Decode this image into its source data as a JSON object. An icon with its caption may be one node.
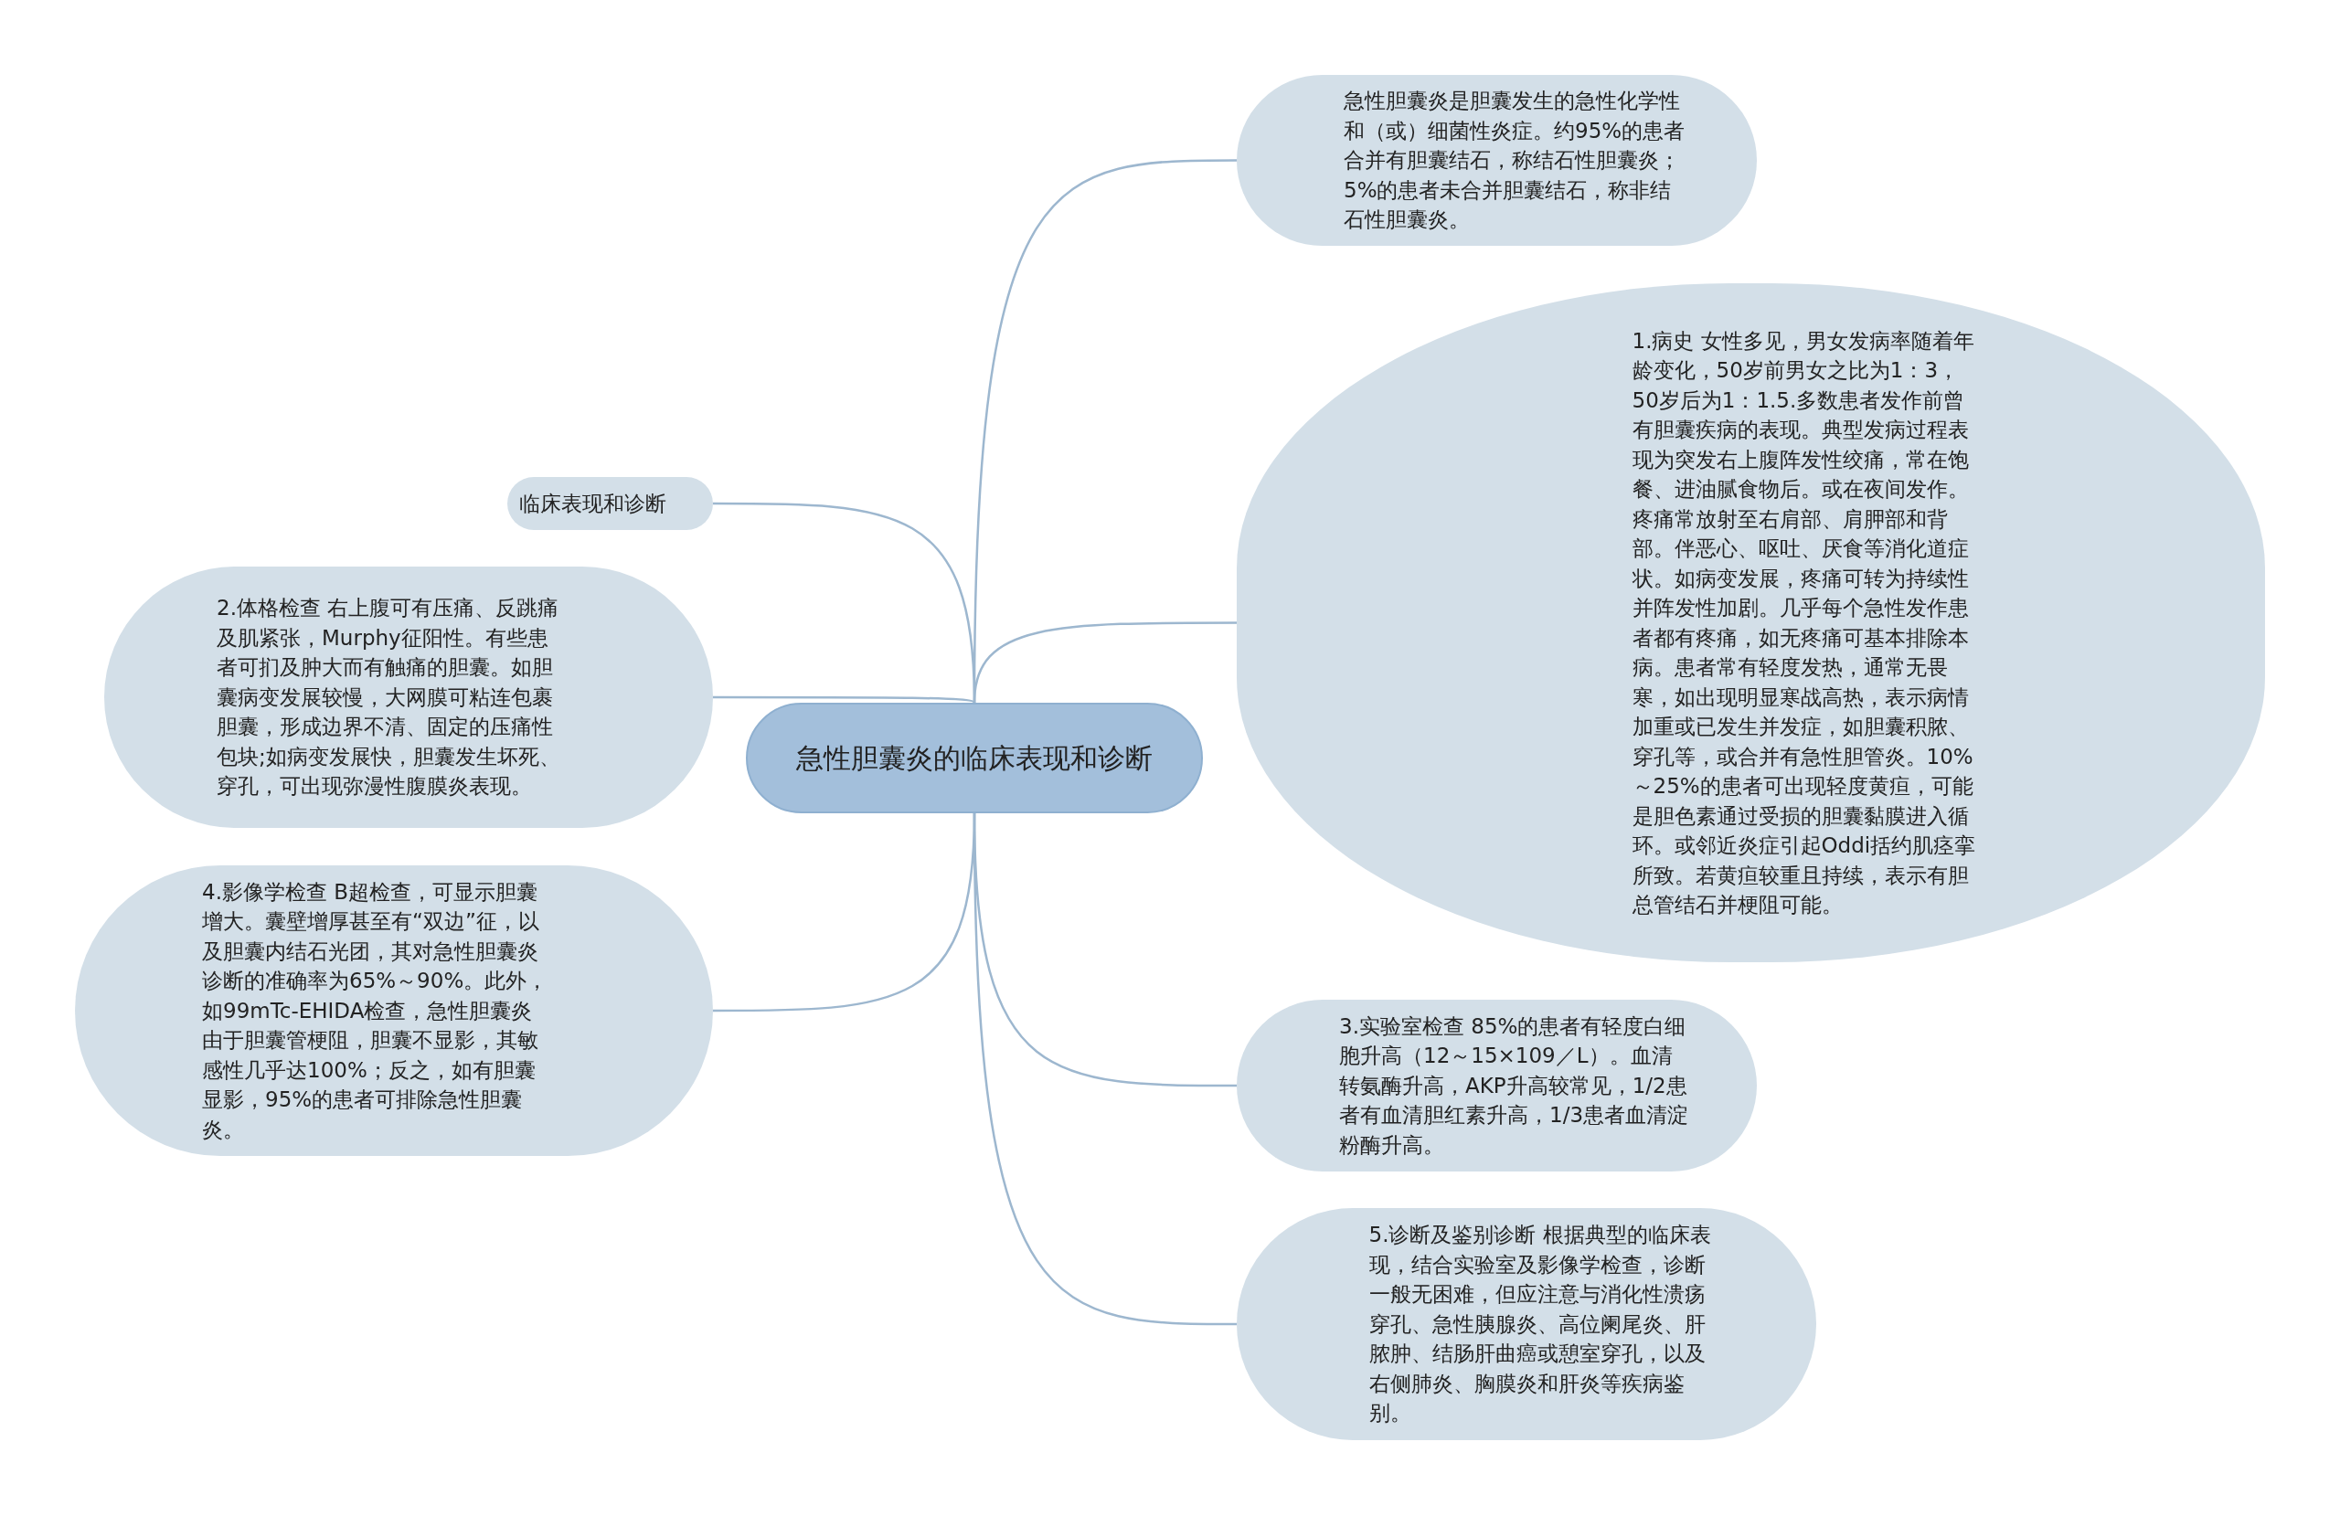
{
  "diagram": {
    "nodes": [
      {
        "text": [
          "急性胆囊炎的临床表现和诊断"
        ]
      },
      {
        "text": [
          "急性胆囊炎是胆囊发生的急性化学性和（或）细菌性炎症。约95%的患者合并有胆囊结石，称结石性胆囊炎；5%的患者未合并胆囊结石，称非结石性胆囊炎。"
        ]
      },
      {
        "text": [
          "1.病史 女性多见，男女发病率随着年龄变化，50岁前男女之比为1：3，50岁后为1：1.5.多数患者发作前曾有胆囊疾病的表现。典型发病过程表现为突发右上腹阵发性绞痛，常在饱餐、进油腻食物后。或在夜间发作。疼痛常放射至右肩部、肩胛部和背部。伴恶心、呕吐、厌食等消化道症状。如病变发展，疼痛可转为持续性并阵发性加剧。几乎每个急性发作患者都有疼痛，如无疼痛可基本排除本病。患者常有轻度发热，通常无畏寒，如出现明显寒战高热，表示病情加重或已发生并发症，如胆囊积脓、穿孔等，或合并有急性胆管炎。10%～25%的患者可出现轻度黄疸，可能是胆色素通过受损的胆囊黏膜进入循环。或邻近炎症引起Oddi括约肌痉挛所致。若黄疸较重且持续，表示有胆总管结石并梗阻可能。"
        ]
      },
      {
        "text": [
          "3.实验室检查 85%的患者有轻度白细胞升高（12～15×109／L）。血清转氨酶升高，AKP升高较常见，1/2患者有血清胆红素升高，1/3患者血清淀粉酶升高。"
        ]
      },
      {
        "text": [
          "5.诊断及鉴别诊断 根据典型的临床表现，结合实验室及影像学检查，诊断一般无困难，但应注意与消化性溃疡穿孔、急性胰腺炎、高位阑尾炎、肝脓肿、结肠肝曲癌或憩室穿孔，以及右侧肺炎、胸膜炎和肝炎等疾病鉴别。"
        ]
      },
      {
        "text": [
          "临床表现和诊断"
        ]
      },
      {
        "text": [
          "2.体格检查 右上腹可有压痛、反跳痛及肌紧张，Murphy征阳性。有些患者可扪及肿大而有触痛的胆囊。如胆囊病变发展较慢，大网膜可粘连包裹胆囊，形成边界不清、固定的压痛性包块;如病变发展快，胆囊发生坏死、穿孔，可出现弥漫性腹膜炎表现。"
        ]
      },
      {
        "text": [
          "4.影像学检查 B超检查，可显示胆囊增大。囊壁增厚甚至有“双边”征，以及胆囊内结石光团，其对急性胆囊炎诊断的准确率为65%～90%。此外，如99mTc-EHIDA检查，急性胆囊炎由于胆囊管梗阻，胆囊不显影，其敏感性几乎达100%；反之，如有胆囊显影，95%的患者可排除急性胆囊炎。"
        ]
      }
    ],
    "edges": [
      {
        "from": 0,
        "to": 1,
        "arrow": "none"
      },
      {
        "from": 0,
        "to": 2,
        "arrow": "none"
      },
      {
        "from": 0,
        "to": 3,
        "arrow": "none"
      },
      {
        "from": 0,
        "to": 4,
        "arrow": "none"
      },
      {
        "from": 0,
        "to": 5,
        "arrow": "none"
      },
      {
        "from": 0,
        "to": 6,
        "arrow": "none"
      },
      {
        "from": 0,
        "to": 7,
        "arrow": "none"
      }
    ]
  }
}
